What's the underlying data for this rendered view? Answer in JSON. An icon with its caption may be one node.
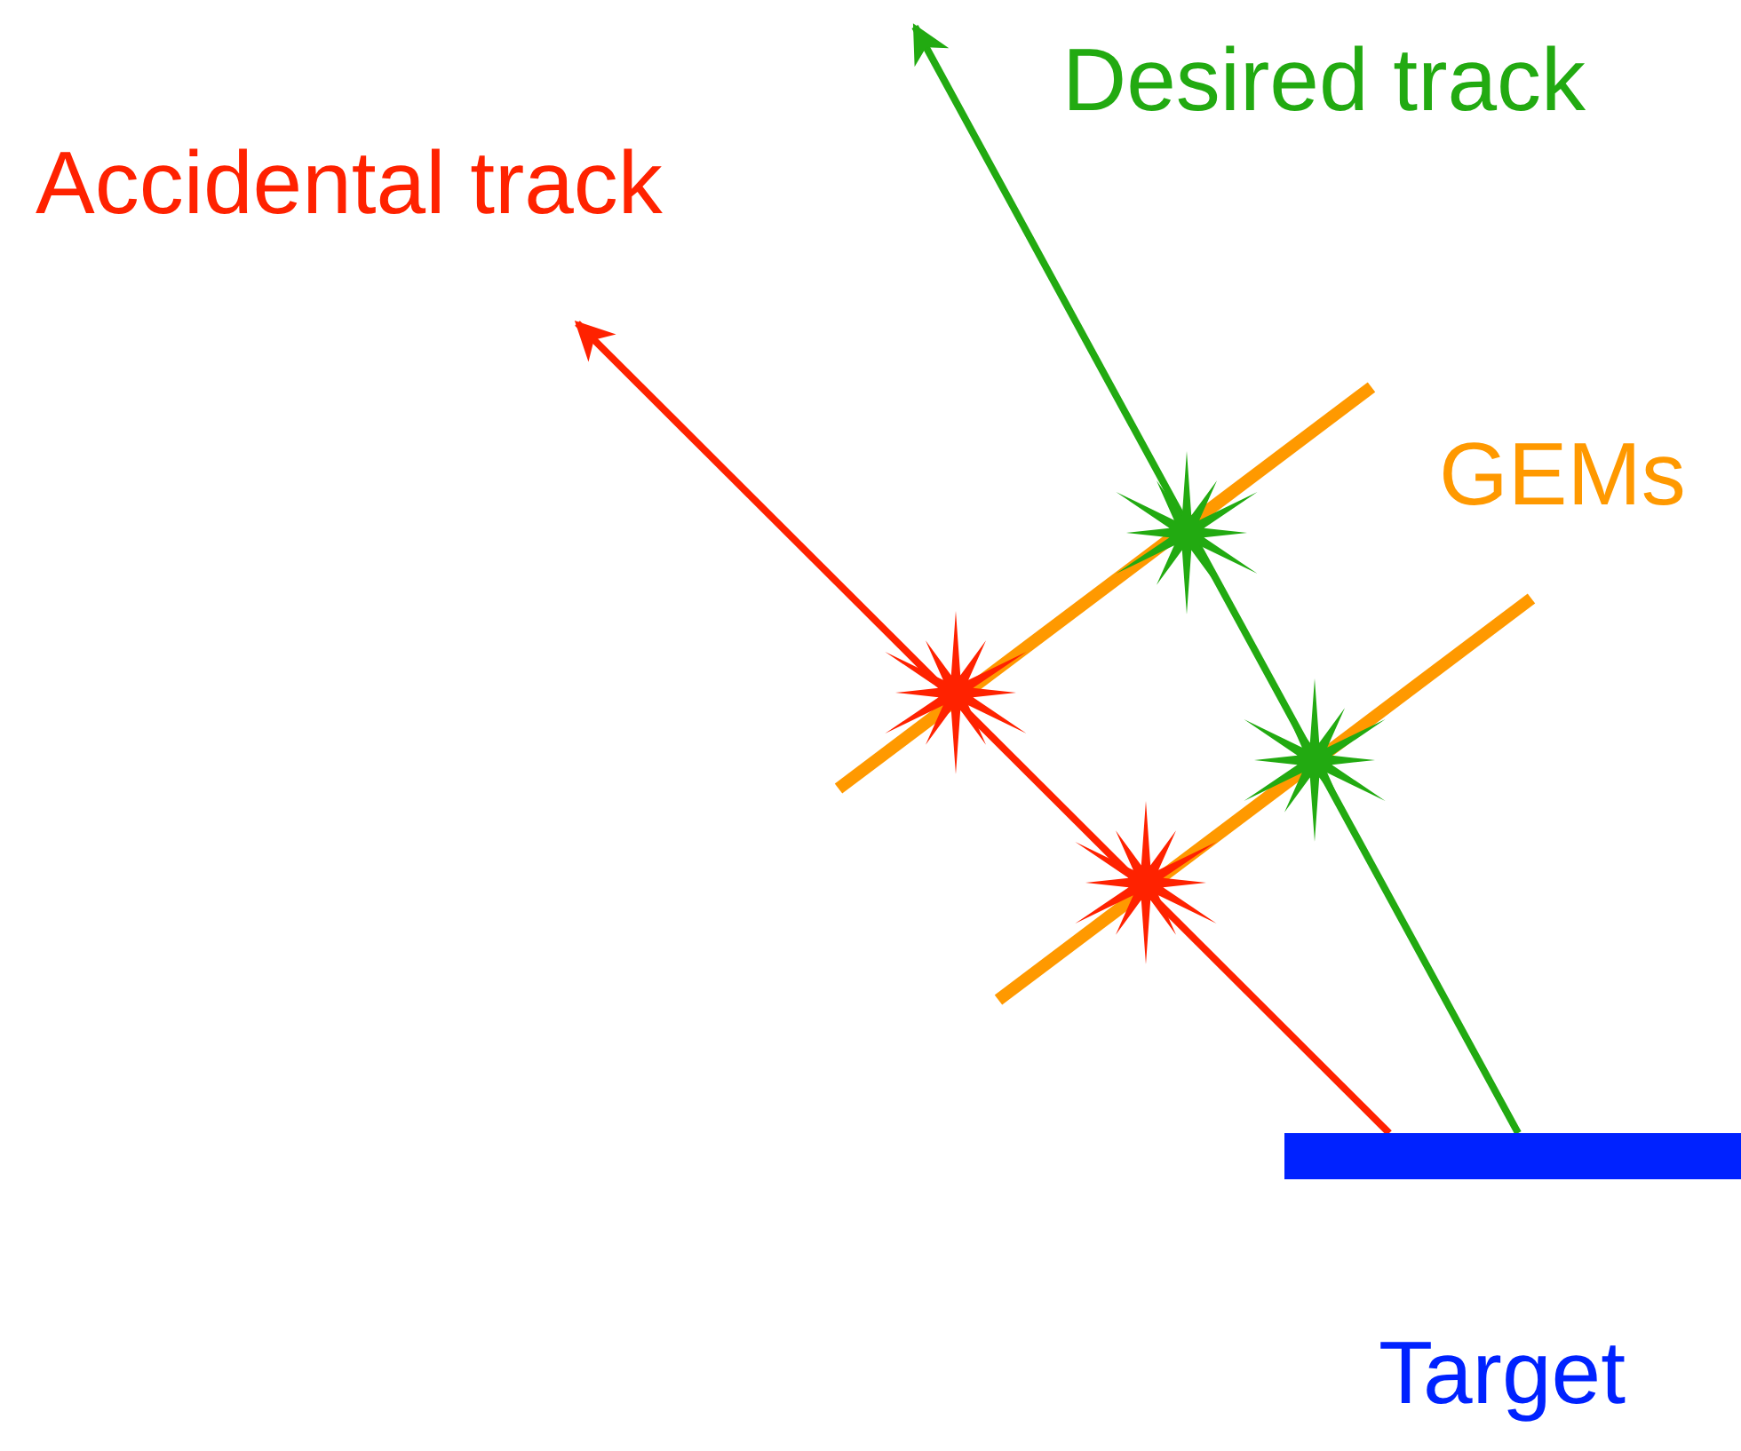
{
  "diagram": {
    "nodes": [
      {
        "text": [],
        "shape": "bar"
      },
      {
        "text": [],
        "shape": "bar"
      },
      {
        "text": [],
        "shape": "bar",
        "beside": [
          "Target"
        ]
      }
    ],
    "edges": [
      {
        "from": 2,
        "to": null,
        "arrow": "to",
        "label": "Accidental track",
        "color": "#ff2200"
      },
      {
        "from": 2,
        "to": null,
        "arrow": "to",
        "label": "Desired track",
        "color": "#22aa11"
      }
    ],
    "labels": [
      "GEMs"
    ]
  }
}
